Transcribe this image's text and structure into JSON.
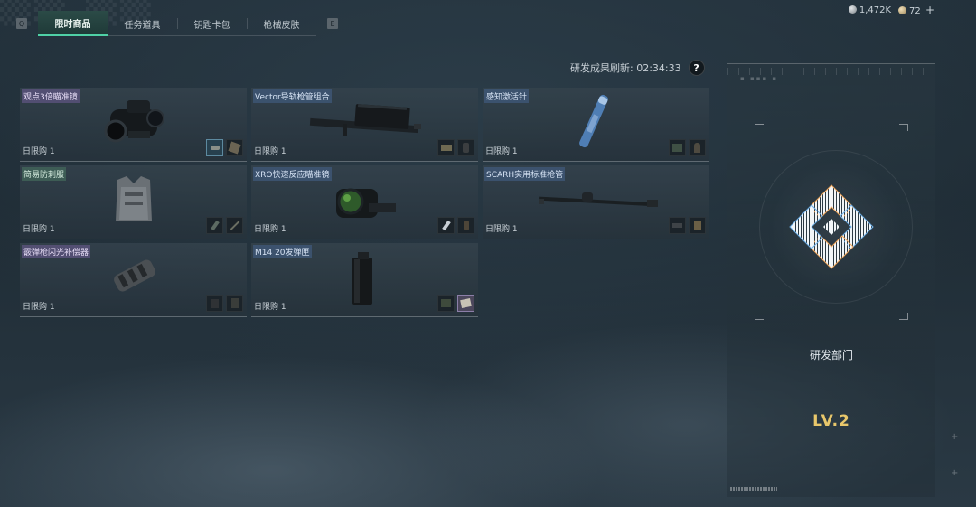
{
  "tabs": {
    "left_key": "Q",
    "right_key": "E",
    "items": [
      {
        "label": "限时商品",
        "active": true
      },
      {
        "label": "任务道具",
        "active": false
      },
      {
        "label": "钥匙卡包",
        "active": false
      },
      {
        "label": "枪械皮肤",
        "active": false
      }
    ]
  },
  "currency": {
    "silver": "1,472K",
    "gold": "72",
    "plus": "+"
  },
  "refresh": {
    "label": "研发成果刷新: 02:34:33",
    "help": "?"
  },
  "items": [
    {
      "name": "观点3倍瞄准镜",
      "rarity": "purple",
      "limit": "日限购 1",
      "icon": "scope-3x-icon",
      "mats": [
        "pliers-icon",
        "wrapped-package-icon"
      ],
      "mat_highlight": 0
    },
    {
      "name": "Vector导轨枪管组合",
      "rarity": "blue",
      "limit": "日限购 1",
      "icon": "rail-barrel-icon",
      "mats": [
        "cash-icon",
        "canister-icon"
      ],
      "mat_highlight": -1
    },
    {
      "name": "感知激活针",
      "rarity": "blue",
      "limit": "日限购 1",
      "icon": "injector-icon",
      "mats": [
        "gear-part-icon",
        "figurine-icon"
      ],
      "mat_highlight": -1
    },
    {
      "name": "简易防刺服",
      "rarity": "green",
      "limit": "日限购 1",
      "icon": "vest-icon",
      "mats": [
        "flashlight-icon",
        "rod-icon"
      ],
      "mat_highlight": -1
    },
    {
      "name": "XRO快速反应瞄准镜",
      "rarity": "blue",
      "limit": "日限购 1",
      "icon": "red-dot-sight-icon",
      "mats": [
        "key-icon",
        "bottle-icon"
      ],
      "mat_highlight": -1
    },
    {
      "name": "SCARH实用标准枪管",
      "rarity": "blue",
      "limit": "日限购 1",
      "icon": "long-barrel-icon",
      "mats": [
        "pistol-icon",
        "box-icon"
      ],
      "mat_highlight": -1
    },
    {
      "name": "霰弹枪闪光补偿器",
      "rarity": "purple",
      "limit": "日限购 1",
      "icon": "compensator-icon",
      "mats": [
        "tin-icon",
        "paper-icon"
      ],
      "mat_highlight": -1
    },
    {
      "name": "M14 20发弹匣",
      "rarity": "blue",
      "limit": "日限购 1",
      "icon": "magazine-icon",
      "mats": [
        "ammo-box-icon",
        "documents-icon"
      ],
      "mat_highlight": 1
    }
  ],
  "department": {
    "name": "研发部门",
    "level": "LV.2",
    "emblem": "dept-emblem-icon"
  },
  "colors": {
    "accent": "#4fd1a6",
    "level": "#e8c76b"
  }
}
